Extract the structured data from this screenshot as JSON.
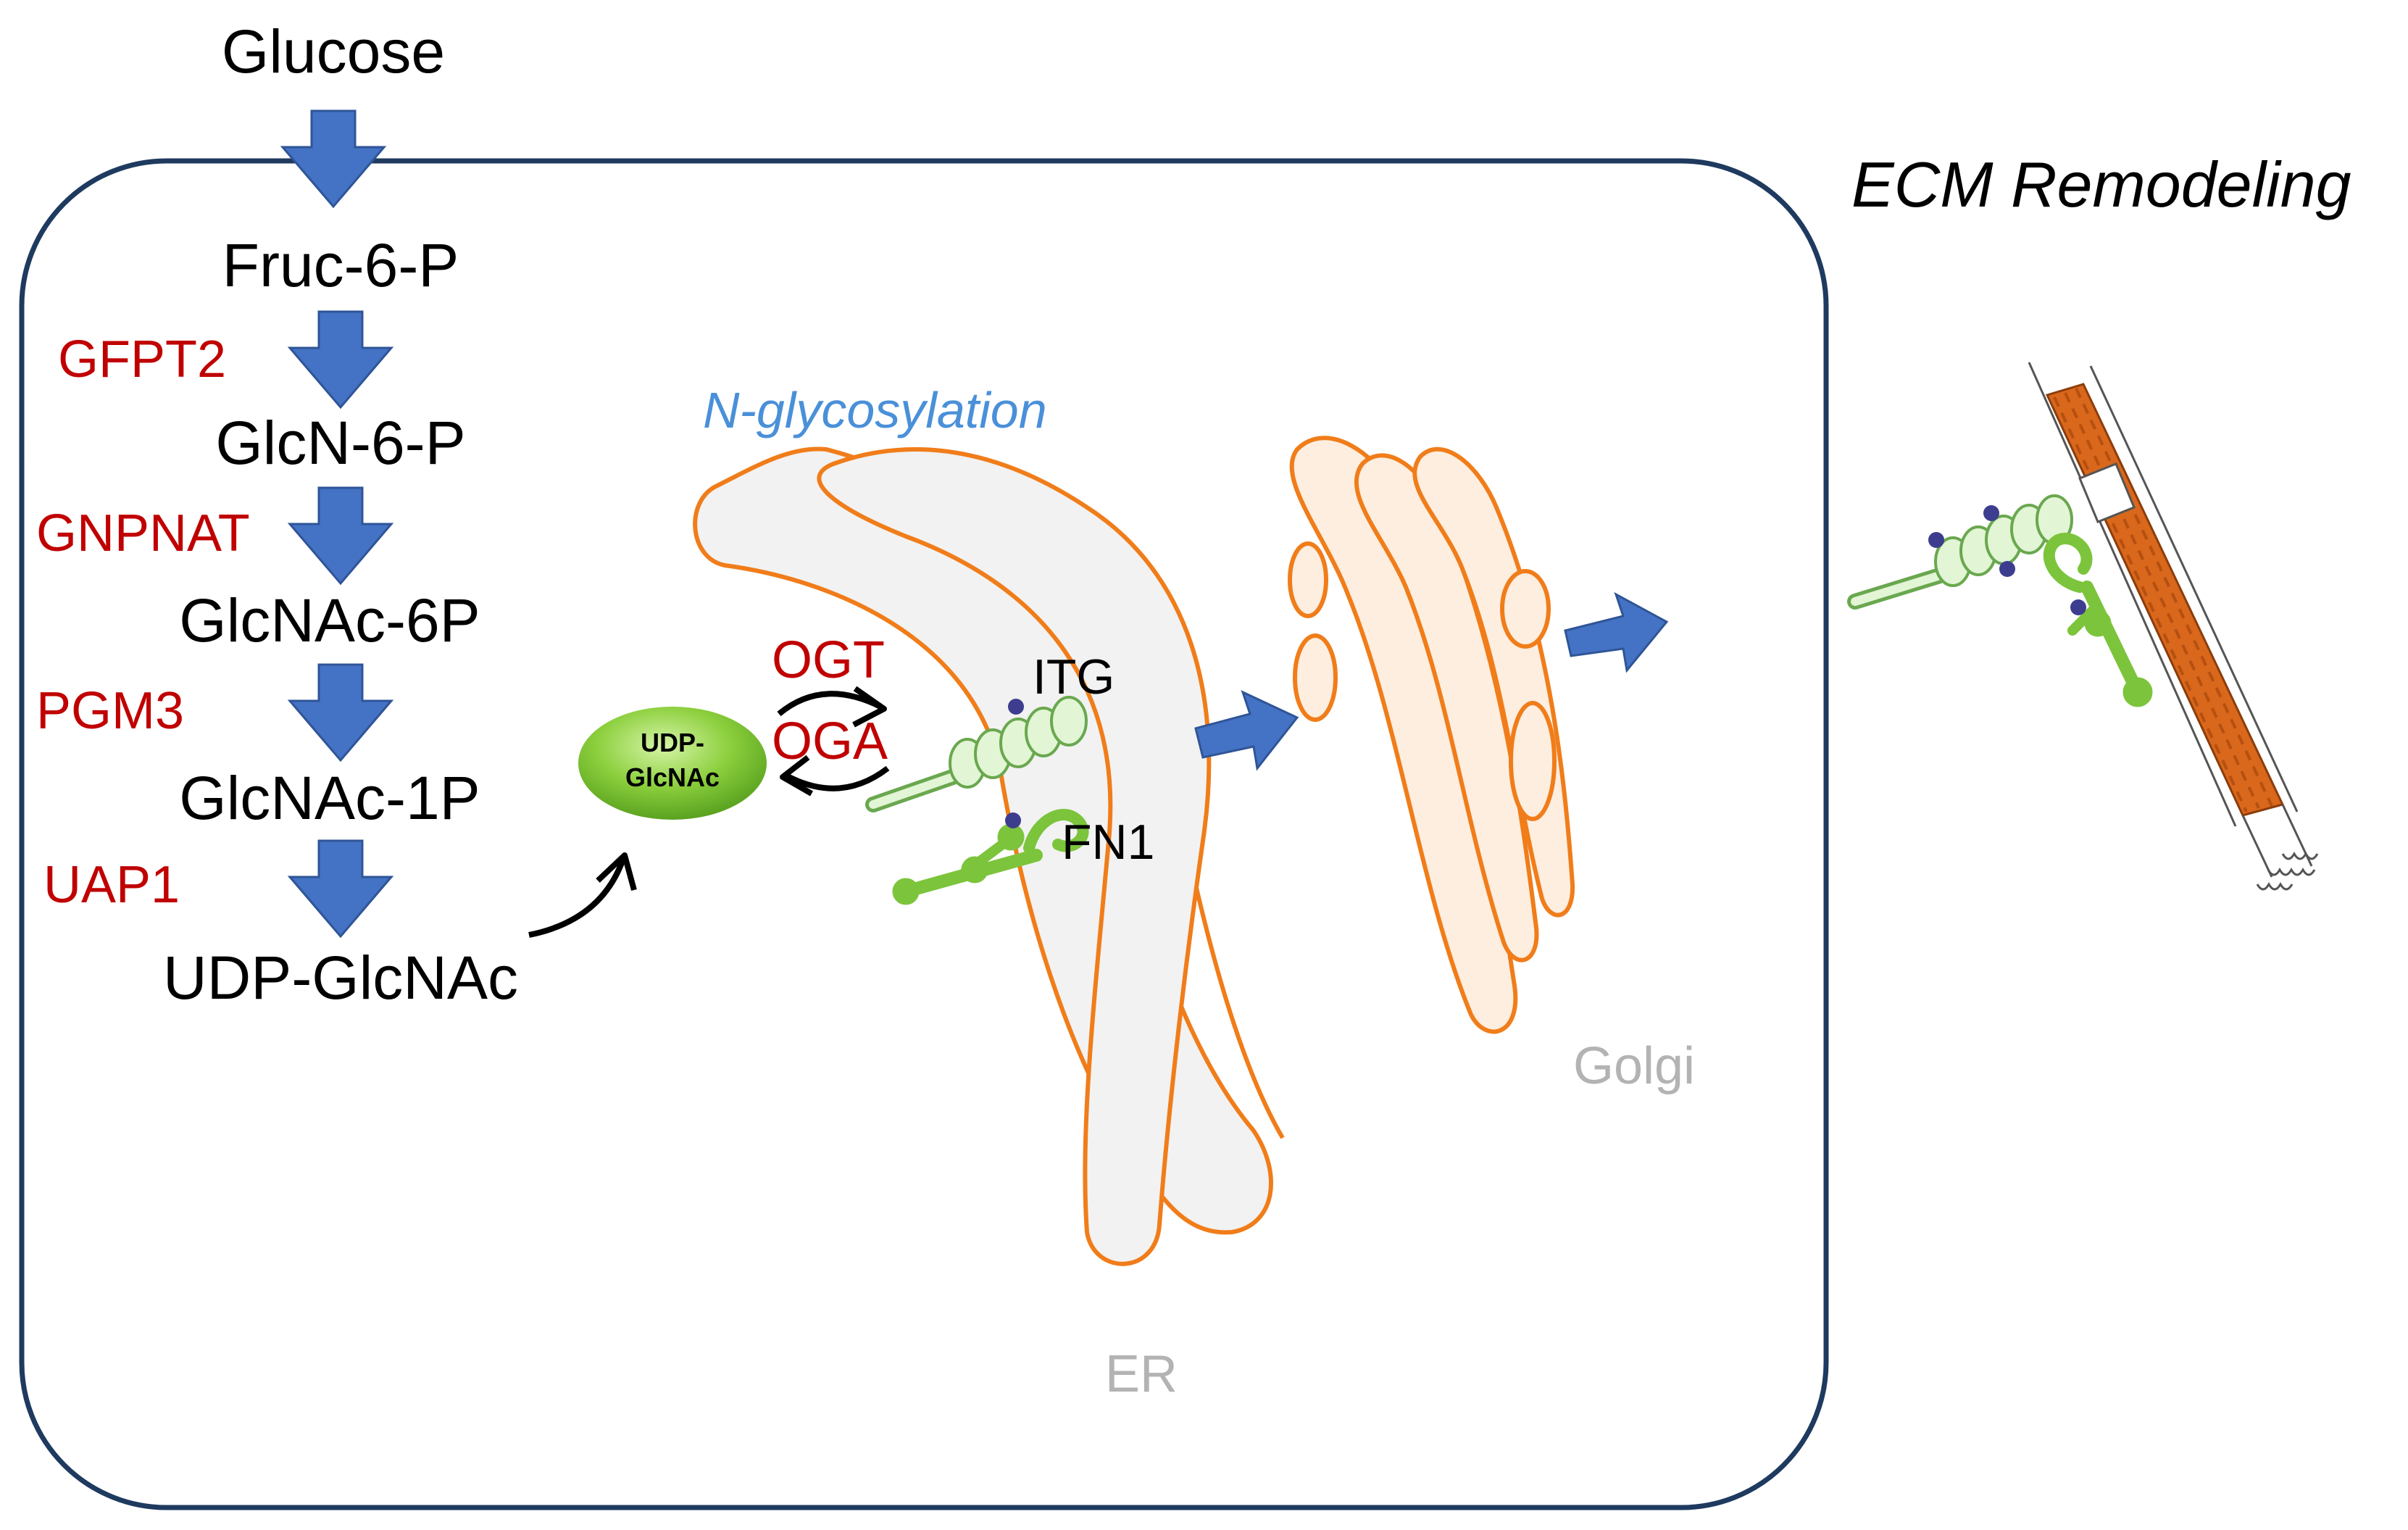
{
  "pathway": {
    "metabolites": [
      "Glucose",
      "Fruc-6-P",
      "GlcN-6-P",
      "GlcNAc-6P",
      "GlcNAc-1P",
      "UDP-GlcNAc"
    ],
    "enzymes": [
      "GFPT2",
      "GNPNAT",
      "PGM3",
      "UAP1"
    ]
  },
  "udp_bubble": {
    "line1": "UDP-",
    "line2": "GlcNAc"
  },
  "cycle": {
    "ogt": "OGT",
    "oga": "OGA"
  },
  "labels": {
    "n_glycosylation": "N-glycosylation",
    "itg": "ITG",
    "fn1": "FN1",
    "er": "ER",
    "golgi": "Golgi",
    "ecm_title": "ECM Remodeling"
  },
  "colors": {
    "cell_border": "#1f3a5f",
    "pathway_arrow": "#4472c4",
    "enzyme_text": "#c00000",
    "n_glyc_text": "#4a90d9",
    "organelle_outline": "#f07d1a",
    "er_fill": "#f2f2f2",
    "golgi_fill": "#fdeee0",
    "integrin_fill": "#e2f5d5",
    "integrin_stroke": "#6aa84f",
    "fn1_green": "#7cc43c",
    "glycan_dot": "#3d3d8f",
    "collagen": "#d9671c",
    "udp_bubble": "#8ccf3d"
  }
}
